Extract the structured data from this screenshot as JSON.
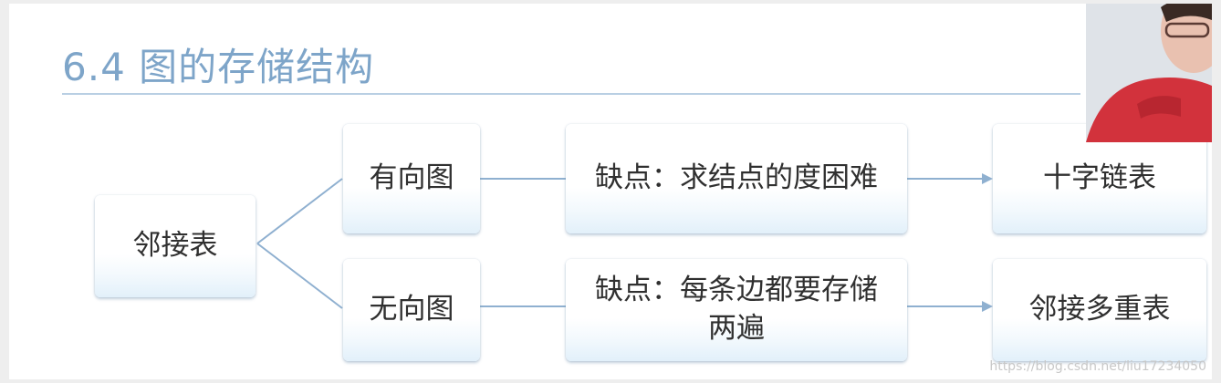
{
  "slide": {
    "title": "6.4 图的存储结构"
  },
  "diagram": {
    "root": "邻接表",
    "directed": {
      "label": "有向图",
      "drawback": "缺点：求结点的度困难",
      "remedy": "十字链表"
    },
    "undirected": {
      "label": "无向图",
      "drawback_line1": "缺点：每条边都要存储",
      "drawback_line2": "两遍",
      "remedy": "邻接多重表"
    }
  },
  "watermark": "https://blog.csdn.net/liu17234050",
  "colors": {
    "title": "#7ea5c9",
    "rule": "#b9cfe3",
    "connector": "#8fb0d0",
    "text": "#303030"
  }
}
